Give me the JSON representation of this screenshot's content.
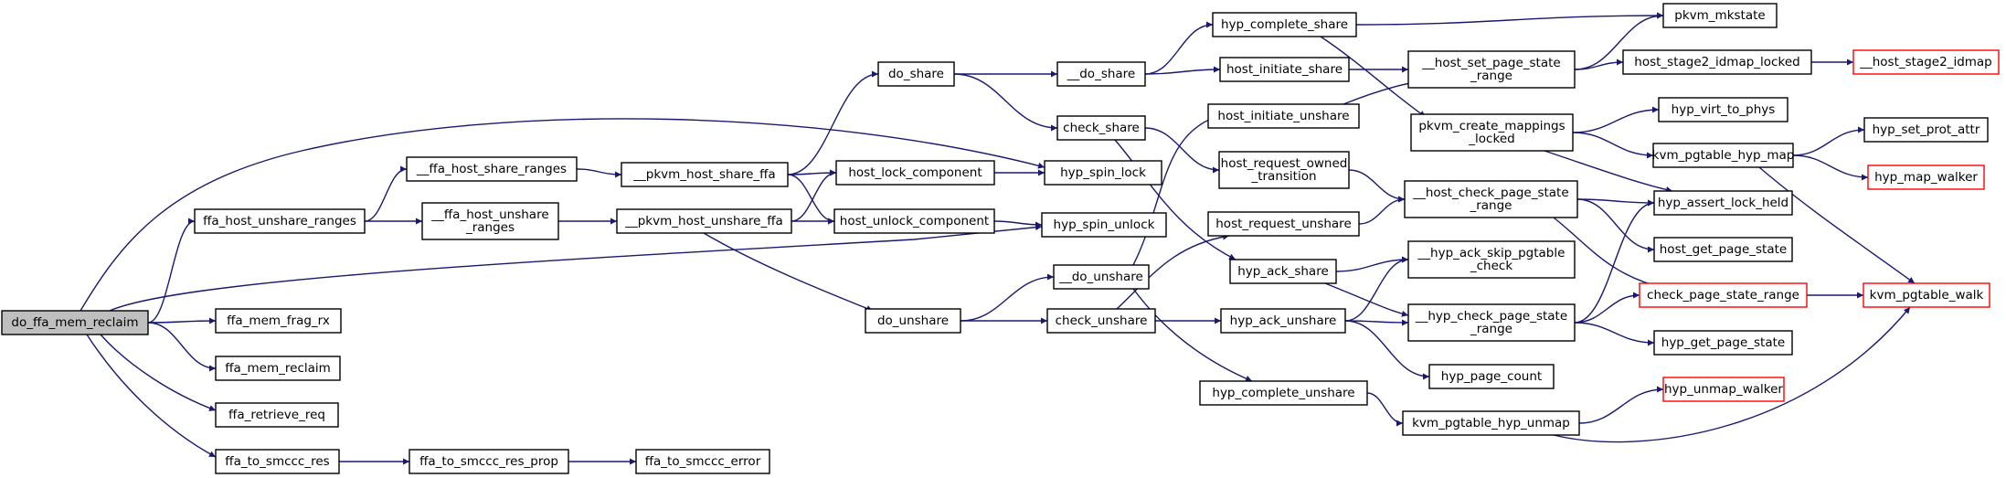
{
  "colors": {
    "edge": "#191970",
    "node_border": "#000000",
    "truncated_border": "#ff0000",
    "root_fill": "#bfbfbf",
    "node_fill": "#ffffff"
  },
  "nodes": [
    {
      "id": "do_ffa_mem_reclaim",
      "lines": [
        "do_ffa_mem_reclaim"
      ],
      "style": "root"
    },
    {
      "id": "ffa_host_unshare_ranges",
      "lines": [
        "ffa_host_unshare_ranges"
      ],
      "style": "normal"
    },
    {
      "id": "ffa_mem_frag_rx",
      "lines": [
        "ffa_mem_frag_rx"
      ],
      "style": "normal"
    },
    {
      "id": "ffa_mem_reclaim",
      "lines": [
        "ffa_mem_reclaim"
      ],
      "style": "normal"
    },
    {
      "id": "ffa_retrieve_req",
      "lines": [
        "ffa_retrieve_req"
      ],
      "style": "normal"
    },
    {
      "id": "ffa_to_smccc_res",
      "lines": [
        "ffa_to_smccc_res"
      ],
      "style": "normal"
    },
    {
      "id": "__ffa_host_share_ranges",
      "lines": [
        "__ffa_host_share_ranges"
      ],
      "style": "normal"
    },
    {
      "id": "__ffa_host_unshare_ranges",
      "lines": [
        "__ffa_host_unshare",
        "_ranges"
      ],
      "style": "normal"
    },
    {
      "id": "ffa_to_smccc_res_prop",
      "lines": [
        "ffa_to_smccc_res_prop"
      ],
      "style": "normal"
    },
    {
      "id": "ffa_to_smccc_error",
      "lines": [
        "ffa_to_smccc_error"
      ],
      "style": "normal"
    },
    {
      "id": "__pkvm_host_share_ffa",
      "lines": [
        "__pkvm_host_share_ffa"
      ],
      "style": "normal"
    },
    {
      "id": "__pkvm_host_unshare_ffa",
      "lines": [
        "__pkvm_host_unshare_ffa"
      ],
      "style": "normal"
    },
    {
      "id": "do_share",
      "lines": [
        "do_share"
      ],
      "style": "normal"
    },
    {
      "id": "host_lock_component",
      "lines": [
        "host_lock_component"
      ],
      "style": "normal"
    },
    {
      "id": "host_unlock_component",
      "lines": [
        "host_unlock_component"
      ],
      "style": "normal"
    },
    {
      "id": "do_unshare",
      "lines": [
        "do_unshare"
      ],
      "style": "normal"
    },
    {
      "id": "hyp_spin_lock",
      "lines": [
        "hyp_spin_lock"
      ],
      "style": "normal"
    },
    {
      "id": "hyp_spin_unlock",
      "lines": [
        "hyp_spin_unlock"
      ],
      "style": "normal"
    },
    {
      "id": "__do_share",
      "lines": [
        "__do_share"
      ],
      "style": "normal"
    },
    {
      "id": "check_share",
      "lines": [
        "check_share"
      ],
      "style": "normal"
    },
    {
      "id": "__do_unshare",
      "lines": [
        "__do_unshare"
      ],
      "style": "normal"
    },
    {
      "id": "check_unshare",
      "lines": [
        "check_unshare"
      ],
      "style": "normal"
    },
    {
      "id": "hyp_complete_share",
      "lines": [
        "hyp_complete_share"
      ],
      "style": "normal"
    },
    {
      "id": "host_initiate_share",
      "lines": [
        "host_initiate_share"
      ],
      "style": "normal"
    },
    {
      "id": "host_initiate_unshare",
      "lines": [
        "host_initiate_unshare"
      ],
      "style": "normal"
    },
    {
      "id": "host_request_owned_transition",
      "lines": [
        "host_request_owned",
        "_transition"
      ],
      "style": "normal"
    },
    {
      "id": "host_request_unshare",
      "lines": [
        "host_request_unshare"
      ],
      "style": "normal"
    },
    {
      "id": "hyp_ack_share",
      "lines": [
        "hyp_ack_share"
      ],
      "style": "normal"
    },
    {
      "id": "hyp_ack_unshare",
      "lines": [
        "hyp_ack_unshare"
      ],
      "style": "normal"
    },
    {
      "id": "hyp_complete_unshare",
      "lines": [
        "hyp_complete_unshare"
      ],
      "style": "normal"
    },
    {
      "id": "__host_set_page_state_range",
      "lines": [
        "__host_set_page_state",
        "_range"
      ],
      "style": "normal"
    },
    {
      "id": "pkvm_create_mappings_locked",
      "lines": [
        "pkvm_create_mappings",
        "_locked"
      ],
      "style": "normal"
    },
    {
      "id": "__host_check_page_state_range",
      "lines": [
        "__host_check_page_state",
        "_range"
      ],
      "style": "normal"
    },
    {
      "id": "__hyp_ack_skip_pgtable_check",
      "lines": [
        "__hyp_ack_skip_pgtable",
        "_check"
      ],
      "style": "normal"
    },
    {
      "id": "__hyp_check_page_state_range",
      "lines": [
        "__hyp_check_page_state",
        "_range"
      ],
      "style": "normal"
    },
    {
      "id": "hyp_page_count",
      "lines": [
        "hyp_page_count"
      ],
      "style": "normal"
    },
    {
      "id": "kvm_pgtable_hyp_unmap",
      "lines": [
        "kvm_pgtable_hyp_unmap"
      ],
      "style": "normal"
    },
    {
      "id": "pkvm_mkstate",
      "lines": [
        "pkvm_mkstate"
      ],
      "style": "normal"
    },
    {
      "id": "host_stage2_idmap_locked",
      "lines": [
        "host_stage2_idmap_locked"
      ],
      "style": "normal"
    },
    {
      "id": "hyp_virt_to_phys",
      "lines": [
        "hyp_virt_to_phys"
      ],
      "style": "normal"
    },
    {
      "id": "kvm_pgtable_hyp_map",
      "lines": [
        "kvm_pgtable_hyp_map"
      ],
      "style": "normal"
    },
    {
      "id": "hyp_assert_lock_held",
      "lines": [
        "hyp_assert_lock_held"
      ],
      "style": "normal"
    },
    {
      "id": "host_get_page_state",
      "lines": [
        "host_get_page_state"
      ],
      "style": "normal"
    },
    {
      "id": "check_page_state_range",
      "lines": [
        "check_page_state_range"
      ],
      "style": "truncated"
    },
    {
      "id": "hyp_get_page_state",
      "lines": [
        "hyp_get_page_state"
      ],
      "style": "normal"
    },
    {
      "id": "hyp_unmap_walker",
      "lines": [
        "hyp_unmap_walker"
      ],
      "style": "truncated"
    },
    {
      "id": "__host_stage2_idmap",
      "lines": [
        "__host_stage2_idmap"
      ],
      "style": "truncated"
    },
    {
      "id": "hyp_set_prot_attr",
      "lines": [
        "hyp_set_prot_attr"
      ],
      "style": "normal"
    },
    {
      "id": "hyp_map_walker",
      "lines": [
        "hyp_map_walker"
      ],
      "style": "truncated"
    },
    {
      "id": "kvm_pgtable_walk",
      "lines": [
        "kvm_pgtable_walk"
      ],
      "style": "truncated"
    }
  ],
  "edges": [
    [
      "do_ffa_mem_reclaim",
      "ffa_host_unshare_ranges"
    ],
    [
      "do_ffa_mem_reclaim",
      "hyp_spin_lock"
    ],
    [
      "do_ffa_mem_reclaim",
      "hyp_spin_unlock"
    ],
    [
      "do_ffa_mem_reclaim",
      "ffa_mem_frag_rx"
    ],
    [
      "do_ffa_mem_reclaim",
      "ffa_mem_reclaim"
    ],
    [
      "do_ffa_mem_reclaim",
      "ffa_retrieve_req"
    ],
    [
      "do_ffa_mem_reclaim",
      "ffa_to_smccc_res"
    ],
    [
      "ffa_host_unshare_ranges",
      "__ffa_host_share_ranges"
    ],
    [
      "ffa_host_unshare_ranges",
      "__ffa_host_unshare_ranges"
    ],
    [
      "__ffa_host_share_ranges",
      "__pkvm_host_share_ffa"
    ],
    [
      "__ffa_host_unshare_ranges",
      "__pkvm_host_unshare_ffa"
    ],
    [
      "ffa_to_smccc_res",
      "ffa_to_smccc_res_prop"
    ],
    [
      "ffa_to_smccc_res_prop",
      "ffa_to_smccc_error"
    ],
    [
      "__pkvm_host_share_ffa",
      "do_share"
    ],
    [
      "__pkvm_host_share_ffa",
      "host_lock_component"
    ],
    [
      "__pkvm_host_share_ffa",
      "host_unlock_component"
    ],
    [
      "__pkvm_host_unshare_ffa",
      "host_lock_component"
    ],
    [
      "__pkvm_host_unshare_ffa",
      "host_unlock_component"
    ],
    [
      "__pkvm_host_unshare_ffa",
      "do_unshare"
    ],
    [
      "host_lock_component",
      "hyp_spin_lock"
    ],
    [
      "host_unlock_component",
      "hyp_spin_unlock"
    ],
    [
      "do_share",
      "__do_share"
    ],
    [
      "do_share",
      "check_share"
    ],
    [
      "do_unshare",
      "__do_unshare"
    ],
    [
      "do_unshare",
      "check_unshare"
    ],
    [
      "__do_share",
      "hyp_complete_share"
    ],
    [
      "__do_share",
      "host_initiate_share"
    ],
    [
      "check_share",
      "host_request_owned_transition"
    ],
    [
      "check_share",
      "hyp_ack_share"
    ],
    [
      "__do_unshare",
      "host_initiate_unshare"
    ],
    [
      "__do_unshare",
      "hyp_complete_unshare"
    ],
    [
      "check_unshare",
      "host_request_unshare"
    ],
    [
      "check_unshare",
      "hyp_ack_unshare"
    ],
    [
      "hyp_complete_share",
      "pkvm_mkstate"
    ],
    [
      "hyp_complete_share",
      "pkvm_create_mappings_locked"
    ],
    [
      "host_initiate_share",
      "__host_set_page_state_range"
    ],
    [
      "host_initiate_unshare",
      "__host_set_page_state_range"
    ],
    [
      "host_request_owned_transition",
      "__host_check_page_state_range"
    ],
    [
      "host_request_unshare",
      "__host_check_page_state_range"
    ],
    [
      "hyp_ack_share",
      "__hyp_ack_skip_pgtable_check"
    ],
    [
      "hyp_ack_share",
      "__hyp_check_page_state_range"
    ],
    [
      "hyp_ack_unshare",
      "__hyp_ack_skip_pgtable_check"
    ],
    [
      "hyp_ack_unshare",
      "__hyp_check_page_state_range"
    ],
    [
      "hyp_ack_unshare",
      "hyp_page_count"
    ],
    [
      "hyp_complete_unshare",
      "kvm_pgtable_hyp_unmap"
    ],
    [
      "__host_set_page_state_range",
      "pkvm_mkstate"
    ],
    [
      "__host_set_page_state_range",
      "host_stage2_idmap_locked"
    ],
    [
      "pkvm_create_mappings_locked",
      "hyp_virt_to_phys"
    ],
    [
      "pkvm_create_mappings_locked",
      "kvm_pgtable_hyp_map"
    ],
    [
      "pkvm_create_mappings_locked",
      "hyp_assert_lock_held"
    ],
    [
      "__host_check_page_state_range",
      "hyp_assert_lock_held"
    ],
    [
      "__host_check_page_state_range",
      "host_get_page_state"
    ],
    [
      "__host_check_page_state_range",
      "check_page_state_range"
    ],
    [
      "__hyp_check_page_state_range",
      "hyp_assert_lock_held"
    ],
    [
      "__hyp_check_page_state_range",
      "check_page_state_range"
    ],
    [
      "__hyp_check_page_state_range",
      "hyp_get_page_state"
    ],
    [
      "kvm_pgtable_hyp_unmap",
      "hyp_unmap_walker"
    ],
    [
      "kvm_pgtable_hyp_unmap",
      "kvm_pgtable_walk"
    ],
    [
      "host_stage2_idmap_locked",
      "__host_stage2_idmap"
    ],
    [
      "kvm_pgtable_hyp_map",
      "hyp_set_prot_attr"
    ],
    [
      "kvm_pgtable_hyp_map",
      "hyp_map_walker"
    ],
    [
      "kvm_pgtable_hyp_map",
      "kvm_pgtable_walk"
    ],
    [
      "check_page_state_range",
      "kvm_pgtable_walk"
    ]
  ]
}
